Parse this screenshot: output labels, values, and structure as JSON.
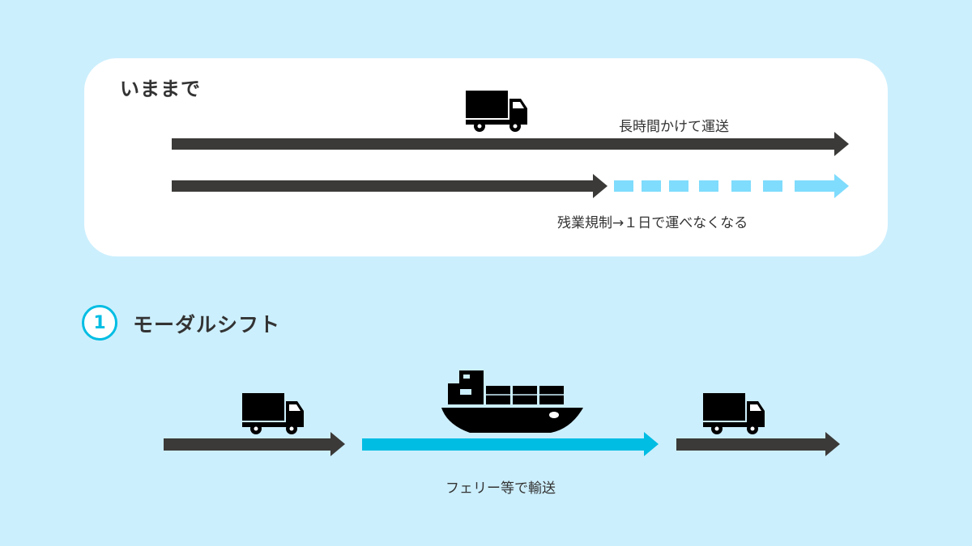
{
  "colors": {
    "background": "#cceffd",
    "panel": "#ffffff",
    "arrow_dark": "#3b3a38",
    "arrow_light": "#7fdcfd",
    "arrow_accent": "#00bde3",
    "icon": "#000000",
    "text": "#333333"
  },
  "before": {
    "title": "いままで",
    "row1_label": "長時間かけて運送",
    "row2_label": "残業規制→１日で運べなくなる",
    "row1_icon": "truck-icon"
  },
  "solution": {
    "number": "1",
    "title": "モーダルシフト",
    "caption": "フェリー等で輸送",
    "stages": [
      {
        "mode": "truck",
        "icon": "truck-icon"
      },
      {
        "mode": "ferry",
        "icon": "cargo-ship-icon"
      },
      {
        "mode": "truck",
        "icon": "truck-icon"
      }
    ]
  }
}
